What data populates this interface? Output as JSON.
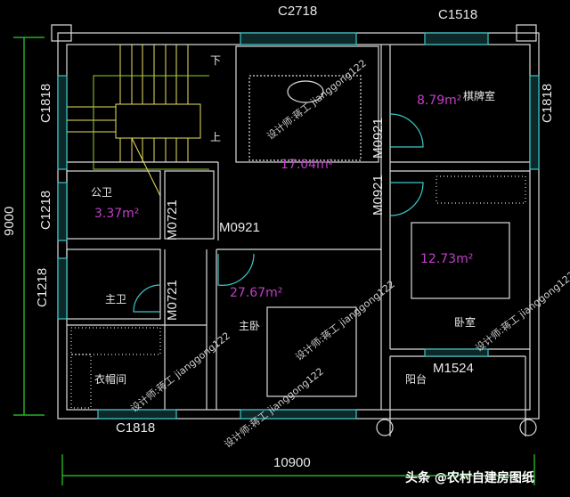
{
  "labels": {
    "window_top_living": "C2718",
    "window_top_right": "C1518",
    "window_left_stair": "C1818",
    "window_right_room": "C1818",
    "window_left_bath": "C1218",
    "window_left_master_bath": "C1218",
    "window_bottom_left": "C1818",
    "door_room_upper": "M0921",
    "door_room_lower": "M0921",
    "door_public_bath": "M0721",
    "door_master": "M0921",
    "door_master_bath": "M0721",
    "door_balcony": "M1524"
  },
  "dimensions": {
    "height": "9000",
    "width": "10900"
  },
  "stairs": {
    "down": "下",
    "up": "上"
  },
  "rooms": {
    "chess_room": {
      "name": "棋牌室",
      "area": "8.79m²"
    },
    "living": {
      "area": "17.04m²"
    },
    "public_bath": {
      "name": "公卫",
      "area": "3.37m²"
    },
    "master_bath": {
      "name": "主卫"
    },
    "master_bedroom": {
      "name": "主卧",
      "area": "27.67m²"
    },
    "bedroom": {
      "name": "卧室",
      "area": "12.73m²"
    },
    "cloakroom": {
      "name": "衣帽间"
    },
    "balcony": {
      "name": "阳台"
    }
  },
  "watermark": "设计师:蒋工 jianggong122",
  "source": "头条 @农村自建房图纸",
  "colors": {
    "wall": "#e0e0e0",
    "window": "#3cc8c8",
    "dim": "#30d030",
    "stair": "#e8e060",
    "area": "#c040c8"
  }
}
